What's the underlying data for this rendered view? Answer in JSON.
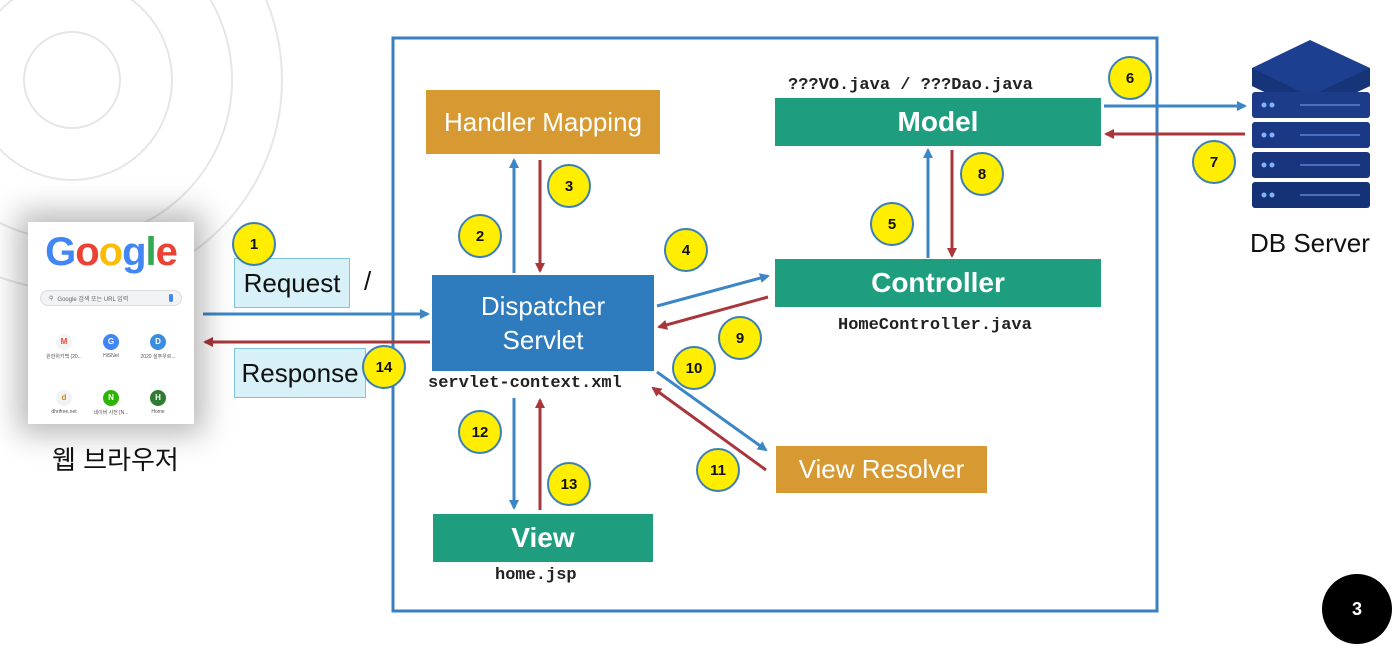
{
  "browser": {
    "logo": "Google",
    "search_placeholder": "Google 검색 또는 URL 입력",
    "shortcuts": [
      "원한위키백 (20...",
      "HiSNet",
      "2020 설주우르...",
      "dhrifree.net",
      "네이버 사전 [N...",
      "Home"
    ],
    "caption": "웹 브라우저"
  },
  "request_label": "Request",
  "request_path": "/",
  "response_label": "Response",
  "nodes": {
    "handler_mapping": "Handler Mapping",
    "dispatcher_line1": "Dispatcher",
    "dispatcher_line2": "Servlet",
    "dispatcher_file": "servlet-context.xml",
    "model": "Model",
    "model_file": "???VO.java / ???Dao.java",
    "controller": "Controller",
    "controller_file": "HomeController.java",
    "view_resolver": "View Resolver",
    "view": "View",
    "view_file": "home.jsp"
  },
  "db_label": "DB Server",
  "steps": [
    "1",
    "2",
    "3",
    "4",
    "5",
    "6",
    "7",
    "8",
    "9",
    "10",
    "11",
    "12",
    "13",
    "14"
  ],
  "page_number": "3",
  "colors": {
    "frame": "#3a80bf",
    "orange": "#d79a32",
    "green": "#1e9e7f",
    "blue": "#2e7bbd",
    "arrow_blue": "#3d86c6",
    "arrow_red": "#a8363a",
    "badge": "#ffee00"
  }
}
